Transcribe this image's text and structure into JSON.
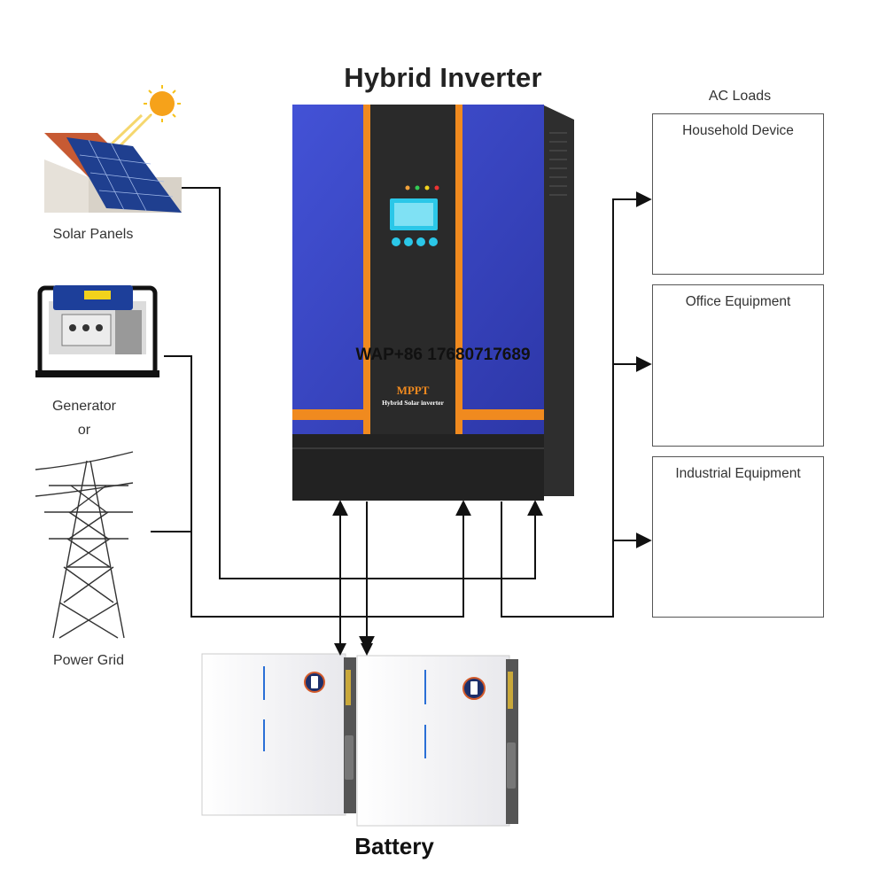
{
  "title": "Hybrid Inverter",
  "sources": {
    "solar_label": "Solar Panels",
    "generator_label": "Generator",
    "or_label": "or",
    "grid_label": "Power Grid"
  },
  "loads": {
    "header": "AC Loads",
    "household": "Household Device",
    "office": "Office Equipment",
    "industrial": "Industrial Equipment"
  },
  "inverter": {
    "mppt": "MPPT",
    "subtitle": "Hybrid Solar inverter"
  },
  "watermark": "WAP+86 17680717689",
  "battery_label": "Battery",
  "colors": {
    "inverter_blue": "#3b47c9",
    "inverter_orange": "#f08a1f",
    "inverter_dark": "#2a2a2a",
    "line": "#111111"
  }
}
